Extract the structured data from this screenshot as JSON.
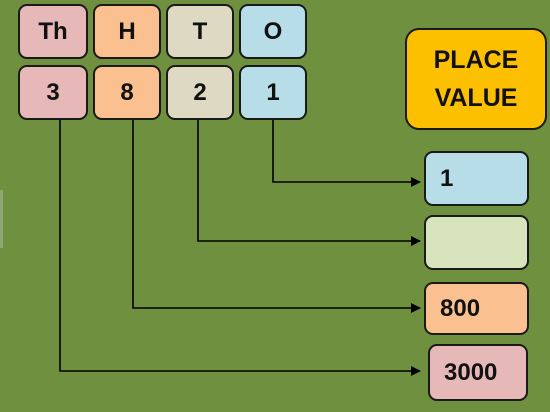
{
  "title": {
    "line1": "PLACE",
    "line2": "VALUE"
  },
  "columns": [
    {
      "header": "Th",
      "digit": "3",
      "color": "#e6b8b7"
    },
    {
      "header": "H",
      "digit": "8",
      "color": "#fac090"
    },
    {
      "header": "T",
      "digit": "2",
      "color": "#ddd9c3"
    },
    {
      "header": "O",
      "digit": "1",
      "color": "#b7dee8"
    }
  ],
  "results": [
    {
      "value": "1",
      "color": "#b7dee8"
    },
    {
      "value": "",
      "color": "#d7e4bc"
    },
    {
      "value": "800",
      "color": "#fac090"
    },
    {
      "value": "3000",
      "color": "#e6b8b7"
    }
  ]
}
